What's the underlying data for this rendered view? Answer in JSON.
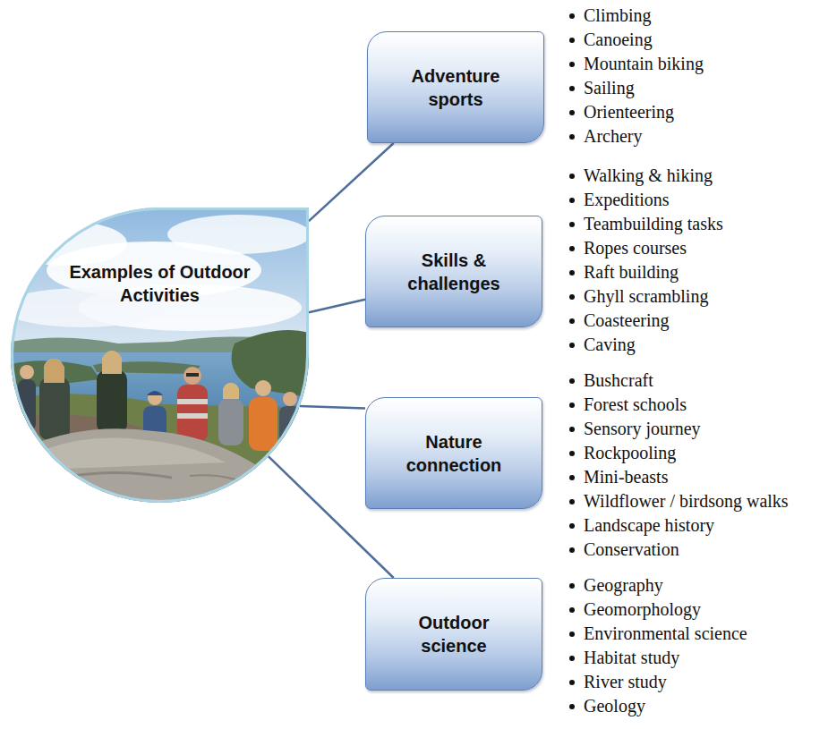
{
  "diagram": {
    "nodes": [
      {
        "text": [
          "Examples of Outdoor Activities"
        ]
      },
      {
        "text": [
          "Adventure sports"
        ]
      },
      {
        "text": [
          "Skills & challenges"
        ]
      },
      {
        "text": [
          "Nature connection"
        ]
      },
      {
        "text": [
          "Outdoor science"
        ]
      }
    ],
    "edges": [
      {
        "from": 0,
        "to": 1,
        "arrow": "none"
      },
      {
        "from": 0,
        "to": 2,
        "arrow": "none"
      },
      {
        "from": 0,
        "to": 3,
        "arrow": "none"
      },
      {
        "from": 0,
        "to": 4,
        "arrow": "none"
      }
    ],
    "labels": [
      "Climbing",
      "Canoeing",
      "Mountain biking",
      "Sailing",
      "Orienteering",
      "Archery",
      "Walking & hiking",
      "Expeditions",
      "Teambuilding tasks",
      "Ropes courses",
      "Raft building",
      "Ghyll scrambling",
      "Coasteering",
      "Caving",
      "Bushcraft",
      "Forest schools",
      "Sensory journey",
      "Rockpooling",
      "Mini-beasts",
      "Wildflower / birdsong walks",
      "Landscape history",
      "Conservation",
      "Geography",
      "Geomorphology",
      "Environmental science",
      "Habitat study",
      "River study",
      "Geology"
    ]
  }
}
